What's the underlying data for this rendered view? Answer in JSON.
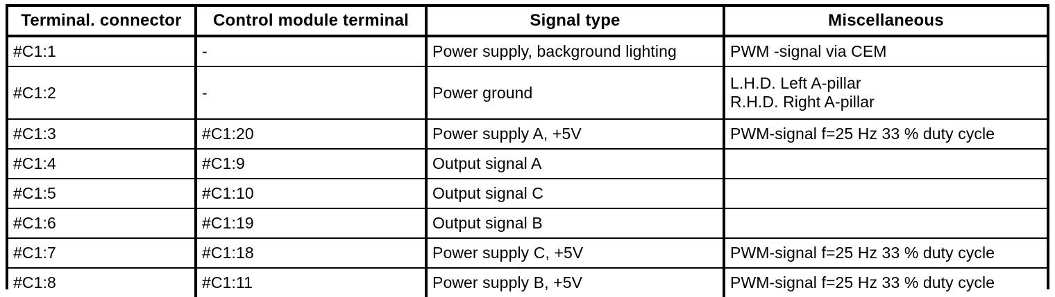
{
  "table": {
    "name": "terminal-connector-pinout",
    "columns": [
      {
        "key": "terminal",
        "label": "Terminal. connector"
      },
      {
        "key": "module",
        "label": "Control module terminal"
      },
      {
        "key": "signal",
        "label": "Signal type"
      },
      {
        "key": "misc",
        "label": "Miscellaneous"
      }
    ],
    "rows": [
      {
        "terminal": "#C1:1",
        "module": "-",
        "signal": "Power supply, background lighting",
        "misc": "PWM -signal via CEM",
        "height": "standard"
      },
      {
        "terminal": "#C1:2",
        "module": "-",
        "signal": "Power ground",
        "misc": "L.H.D. Left A-pillar\nR.H.D. Right A-pillar",
        "height": "tall"
      },
      {
        "terminal": "#C1:3",
        "module": "#C1:20",
        "signal": "Power supply A, +5V",
        "misc": "PWM-signal f=25 Hz 33 % duty cycle",
        "height": "standard"
      },
      {
        "terminal": "#C1:4",
        "module": "#C1:9",
        "signal": "Output signal A",
        "misc": "",
        "height": "standard"
      },
      {
        "terminal": "#C1:5",
        "module": "#C1:10",
        "signal": "Output signal C",
        "misc": "",
        "height": "standard"
      },
      {
        "terminal": "#C1:6",
        "module": "#C1:19",
        "signal": "Output signal B",
        "misc": "",
        "height": "standard"
      },
      {
        "terminal": "#C1:7",
        "module": "#C1:18",
        "signal": "Power supply C, +5V",
        "misc": "PWM-signal f=25 Hz 33 % duty cycle",
        "height": "standard"
      },
      {
        "terminal": "#C1:8",
        "module": "#C1:11",
        "signal": "Power supply B, +5V",
        "misc": "PWM-signal f=25 Hz 33 % duty cycle",
        "height": "standard"
      }
    ]
  },
  "colors": {
    "border": "#000000",
    "text": "#000000",
    "background": "#ffffff"
  }
}
